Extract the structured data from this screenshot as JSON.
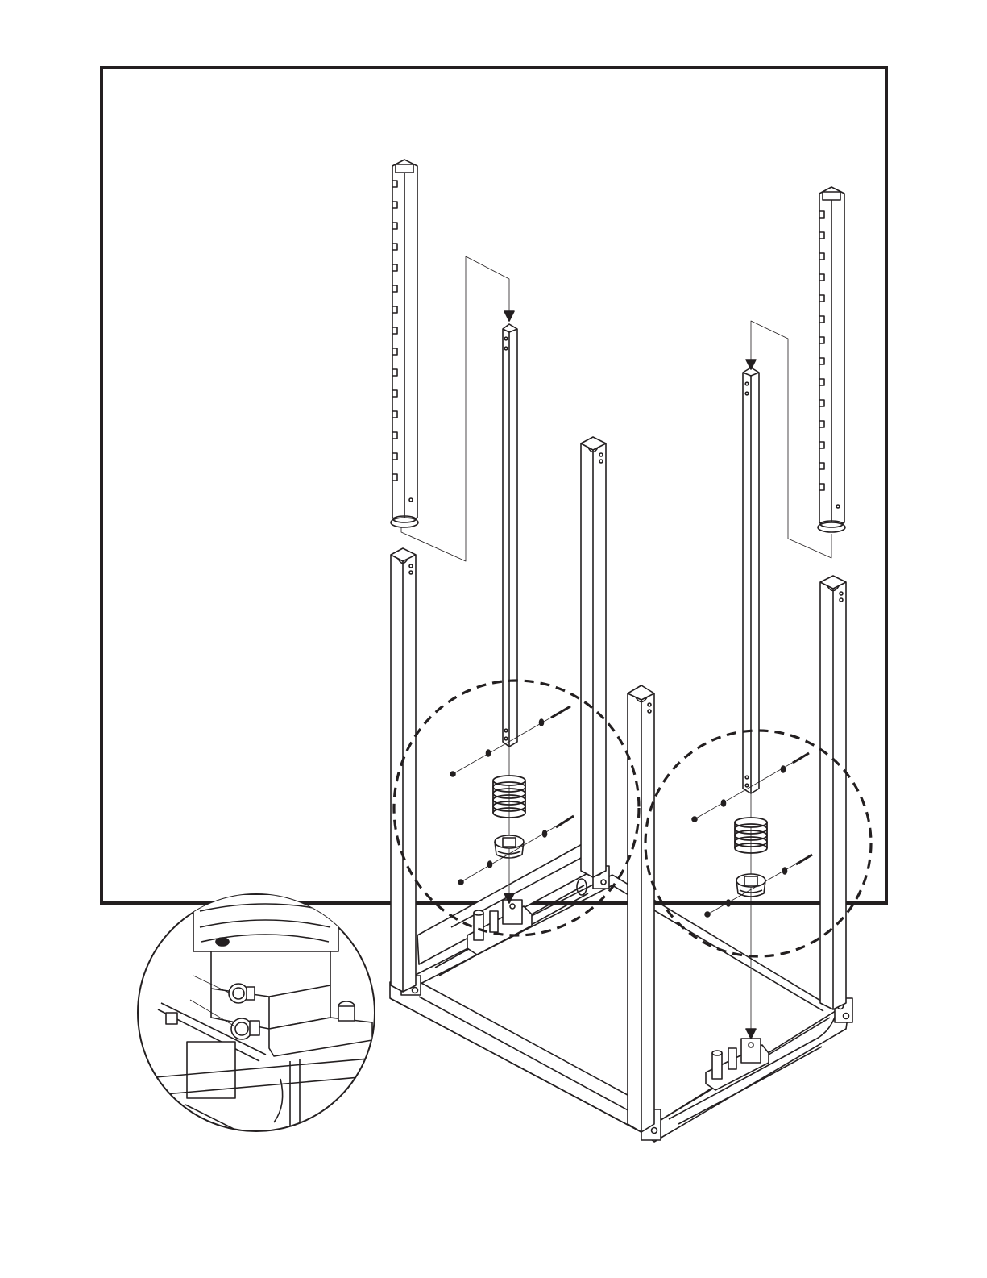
{
  "diagram": {
    "colors": {
      "ink": "#231f20",
      "paper": "#ffffff",
      "shade": "#d9d9d9"
    },
    "parts": [
      {
        "id": "upright-rack-left",
        "type": "upright"
      },
      {
        "id": "upright-rack-right",
        "type": "upright"
      },
      {
        "id": "inner-post-left",
        "type": "post"
      },
      {
        "id": "inner-post-right",
        "type": "post"
      },
      {
        "id": "frame-post-front-left",
        "type": "frame-post"
      },
      {
        "id": "frame-post-back-center",
        "type": "frame-post"
      },
      {
        "id": "frame-post-front-center",
        "type": "frame-post"
      },
      {
        "id": "frame-post-back-right",
        "type": "frame-post"
      },
      {
        "id": "spring-left",
        "type": "spring"
      },
      {
        "id": "spring-right",
        "type": "spring"
      },
      {
        "id": "bushing-left",
        "type": "bushing"
      },
      {
        "id": "bushing-right",
        "type": "bushing"
      }
    ],
    "callouts": [
      {
        "id": "callout-left",
        "style": "dashed-circle"
      },
      {
        "id": "callout-right",
        "style": "dashed-circle"
      },
      {
        "id": "detail-inset",
        "style": "solid-circle"
      }
    ]
  }
}
